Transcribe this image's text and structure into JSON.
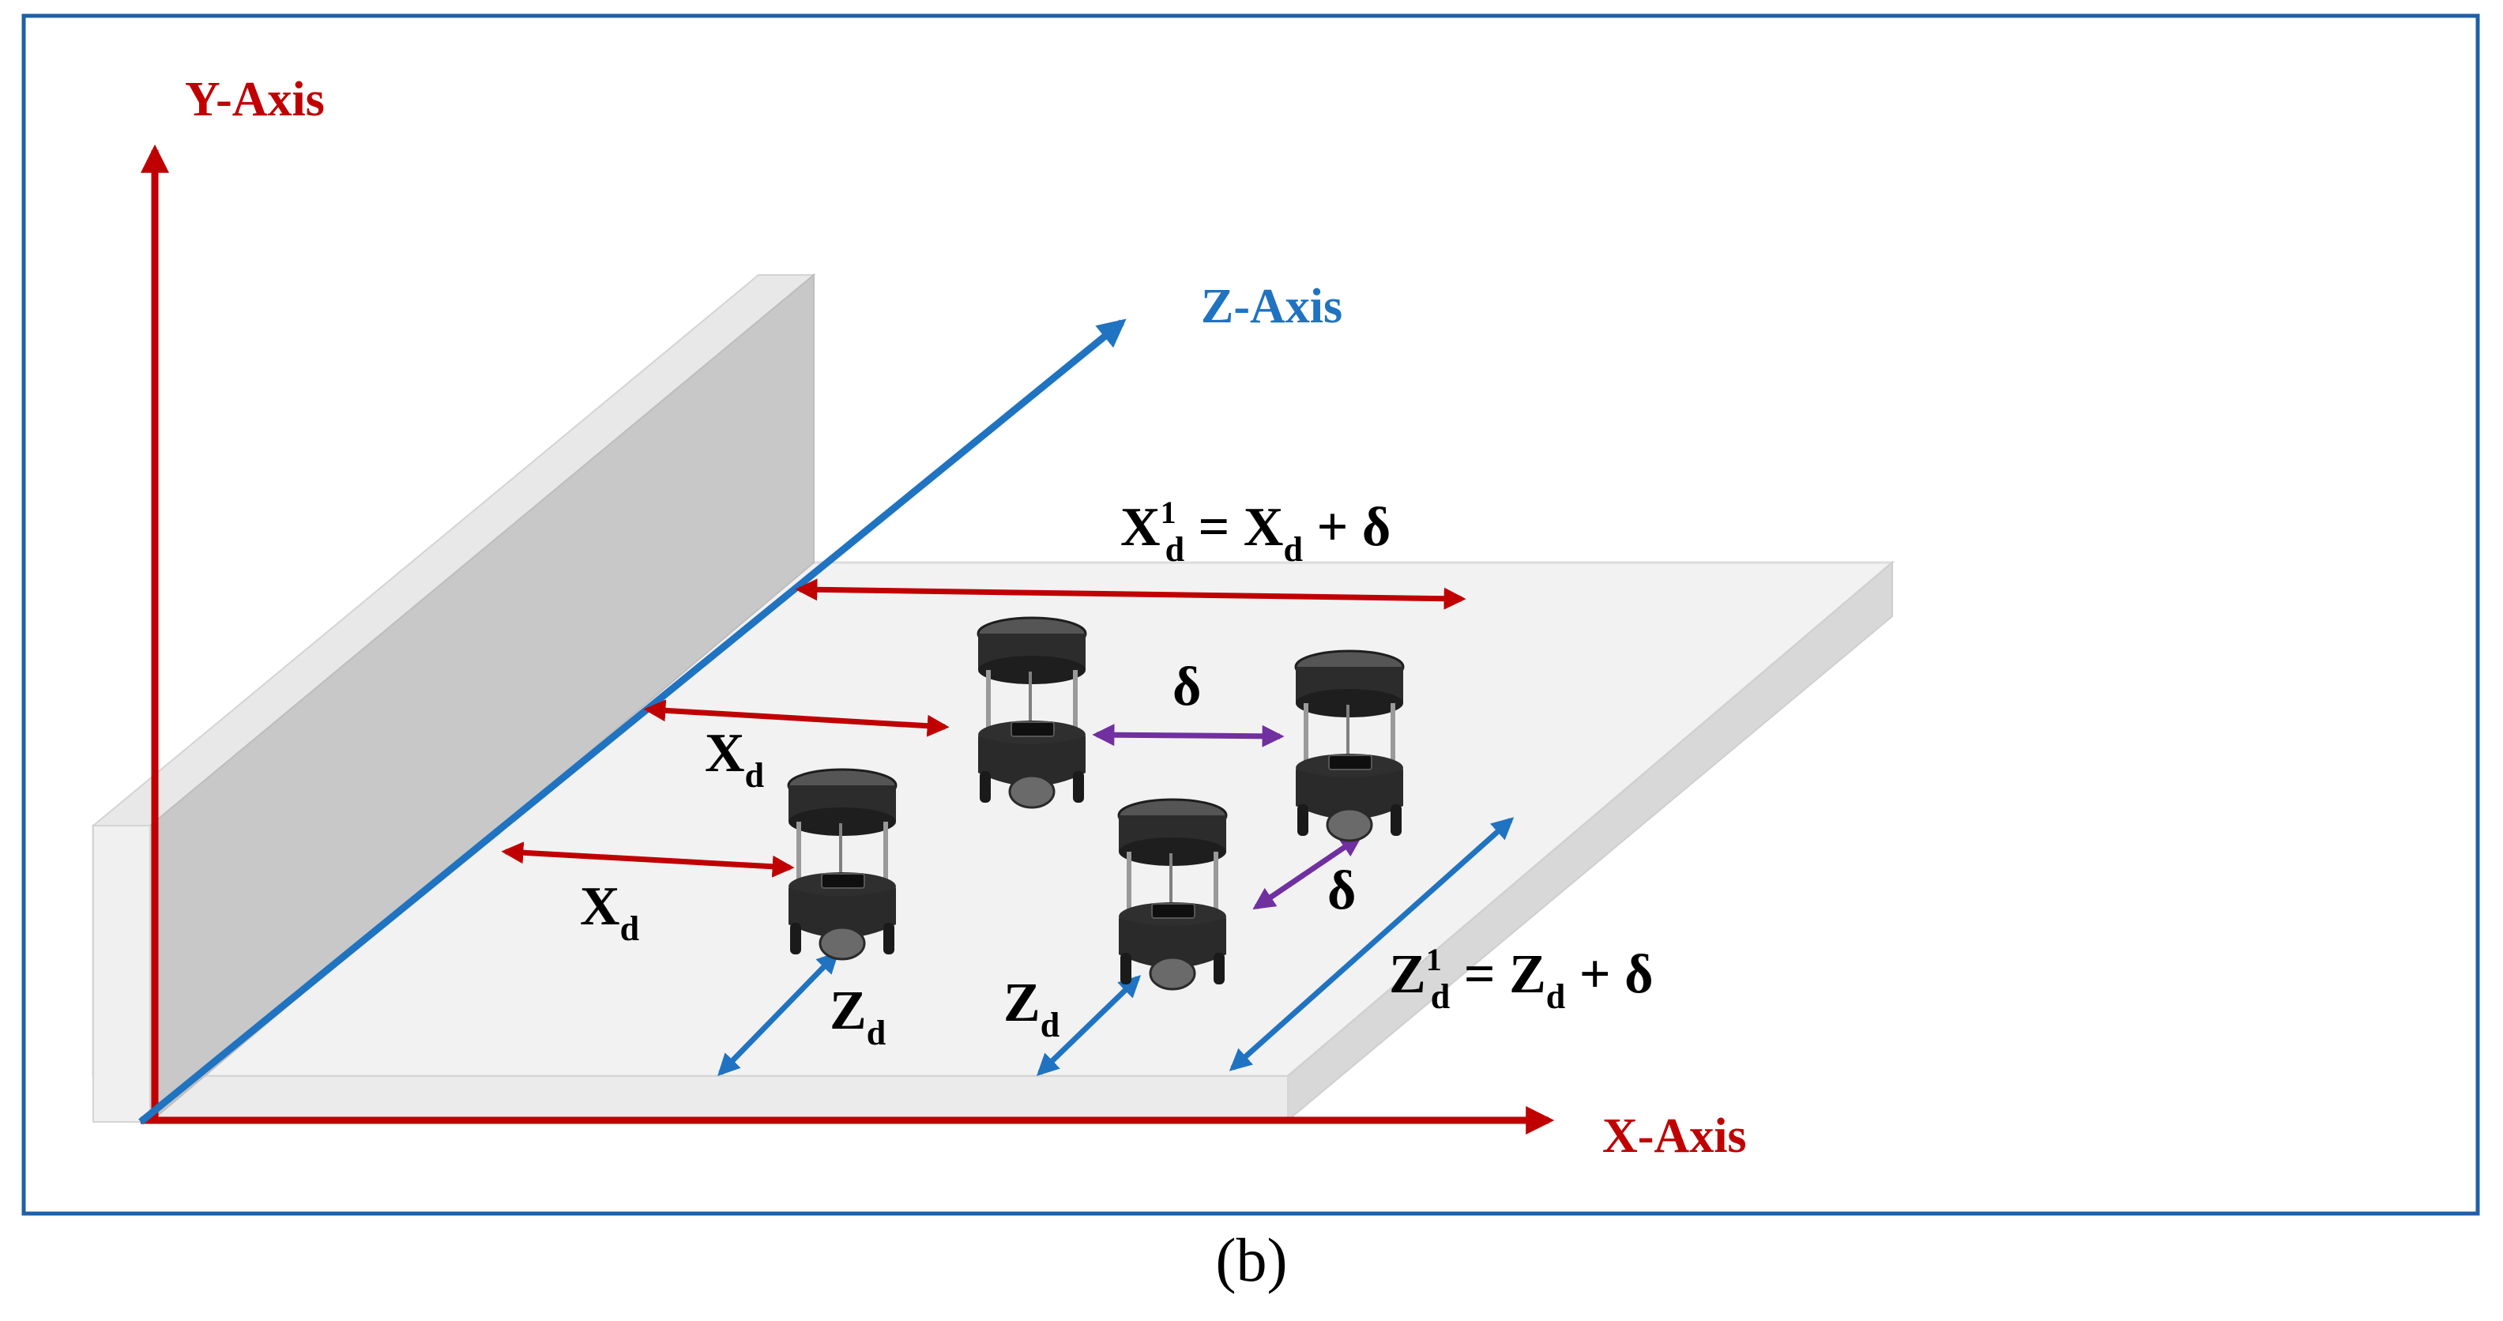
{
  "axes": {
    "y_label": "Y-Axis",
    "z_label": "Z-Axis",
    "x_label": "X-Axis"
  },
  "dimensions": {
    "top_formula": {
      "base": "X",
      "sup": "1",
      "sub": "d",
      "rest_base": " = X",
      "rest_sub": "d",
      "tail": " + δ"
    },
    "right_formula": {
      "base": "Z",
      "sup": "1",
      "sub": "d",
      "rest_base": " = Z",
      "rest_sub": "d",
      "tail": " + δ"
    },
    "xd_upper": {
      "base": "X",
      "sub": "d"
    },
    "xd_lower": {
      "base": "X",
      "sub": "d"
    },
    "zd_left": {
      "base": "Z",
      "sub": "d"
    },
    "zd_middle": {
      "base": "Z",
      "sub": "d"
    },
    "delta_top": "δ",
    "delta_right": "δ"
  },
  "caption": "(b)",
  "colors": {
    "frame": "#1f5fa8",
    "axis_red": "#c00000",
    "axis_blue": "#1f73c1",
    "delta_purple": "#7030a0",
    "floor": "#f2f2f2",
    "floor_edge": "#d0d0d0",
    "wall_face": "#c8c8c8",
    "wall_top": "#e8e8e8",
    "robot": "#2f2f2f"
  }
}
